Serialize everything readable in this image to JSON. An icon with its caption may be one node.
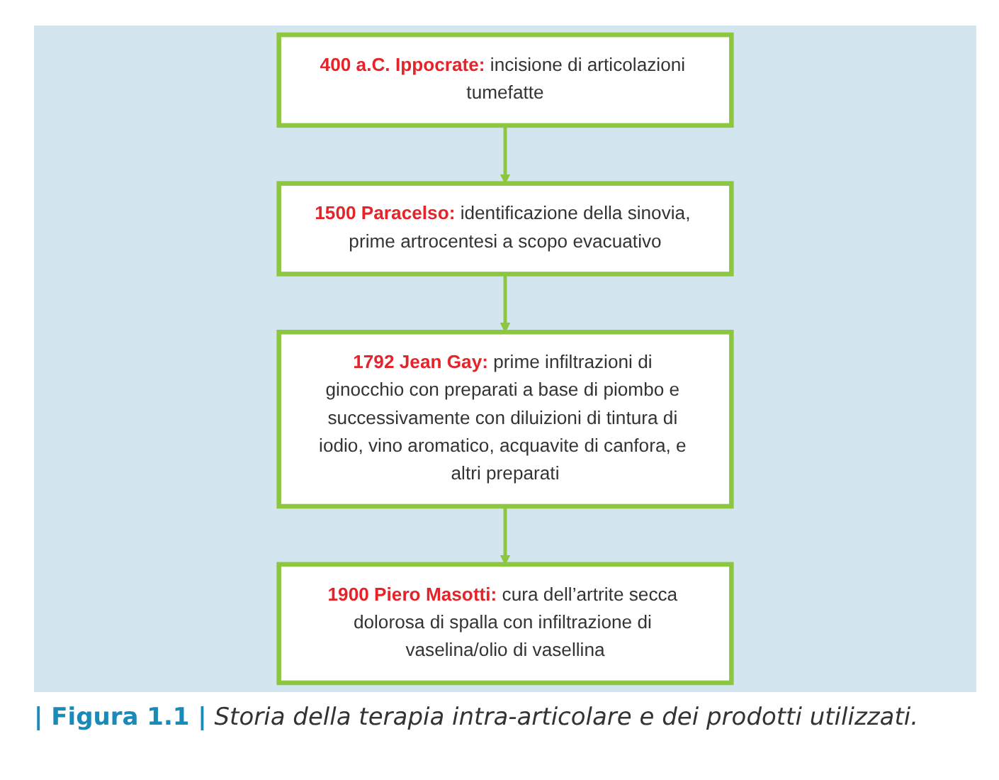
{
  "diagram": {
    "caption": "**| Figura 1.1 |** *Storia della terapia intra-articolare e dei prodotti utilizzati.*",
    "nodes": [
      {
        "text": [
          "**400 a.C. Ippocrate:** incisione di articolazioni tumefatte"
        ]
      },
      {
        "text": [
          "**1500 Paracelso:** identificazione della sinovia, prime artrocentesi a scopo evacuativo"
        ]
      },
      {
        "text": [
          "**1792 Jean Gay:** prime infiltrazioni di ginocchio con preparati a base di piombo e successivamente con diluizioni di tintura di iodio, vino aromatico, acquavite di canfora, e altri preparati"
        ]
      },
      {
        "text": [
          "**1900 Piero Masotti:** cura dell’artrite secca dolorosa di spalla con infiltrazione di vaselina/olio di vasellina"
        ]
      }
    ],
    "edges": [
      {
        "from": 0,
        "to": 1,
        "arrow": "to"
      },
      {
        "from": 1,
        "to": 2,
        "arrow": "to"
      },
      {
        "from": 2,
        "to": 3,
        "arrow": "to"
      }
    ]
  }
}
